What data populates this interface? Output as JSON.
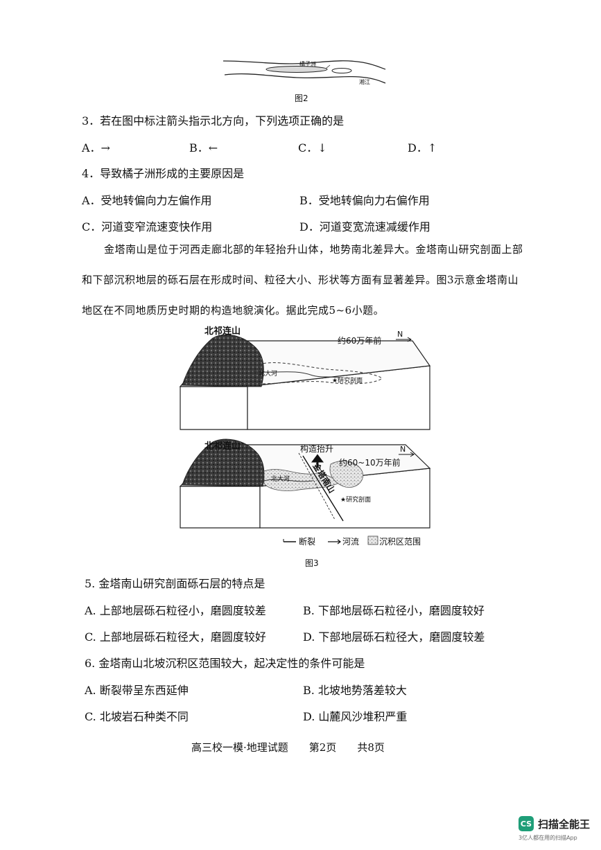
{
  "fig2": {
    "island_label": "橘子洲",
    "river_label": "湘江",
    "caption": "图2"
  },
  "q3": {
    "stem": "3．若在图中标注箭头指示北方向，下列选项正确的是",
    "options": [
      "A．→",
      "B．←",
      "C．↓",
      "D．↑"
    ]
  },
  "q4": {
    "stem": "4．导致橘子洲形成的主要原因是",
    "options": [
      "A．受地转偏向力左偏作用",
      "B．受地转偏向力右偏作用",
      "C．河道变窄流速变快作用",
      "D．河道变宽流速减缓作用"
    ]
  },
  "passage": {
    "line1": "金塔南山是位于河西走廊北部的年轻抬升山体，地势南北差异大。金塔南山研究剖面上部",
    "line2": "和下部沉积地层的砾石层在形成时间、粒径大小、形状等方面有显著差异。图3示意金塔南山",
    "line3": "地区在不同地质历史时期的构造地貌演化。据此完成5~6小题。"
  },
  "fig3": {
    "top": {
      "mountain": "北祁连山",
      "period": "约60万年前",
      "north": "N",
      "river": "北大河",
      "section": "★研究剖面"
    },
    "bottom": {
      "mountain": "北祁连山",
      "uplift": "构造抬升",
      "period": "约60~10万年前",
      "north": "N",
      "river": "北大河",
      "peak": "金塔南山",
      "section": "★研究剖面"
    },
    "legend": {
      "fault": "断裂",
      "river": "河流",
      "deposit": "沉积区范围"
    },
    "caption": "图3"
  },
  "q5": {
    "stem": "5. 金塔南山研究剖面砾石层的特点是",
    "options": [
      "A. 上部地层砾石粒径小，磨圆度较差",
      "B. 下部地层砾石粒径小，磨圆度较好",
      "C. 上部地层砾石粒径大，磨圆度较好",
      "D. 下部地层砾石粒径大，磨圆度较差"
    ]
  },
  "q6": {
    "stem": "6. 金塔南山北坡沉积区范围较大，起决定性的条件可能是",
    "options": [
      "A. 断裂带呈东西延伸",
      "B. 北坡地势落差较大",
      "C. 北坡岩石种类不同",
      "D. 山麓风沙堆积严重"
    ]
  },
  "footer": "高三校一模·地理试题　　第2页　　共8页",
  "watermark": {
    "badge": "CS",
    "title": "扫描全能王",
    "subtitle": "3亿人都在用的扫描App",
    "color": "#1f9e78"
  }
}
